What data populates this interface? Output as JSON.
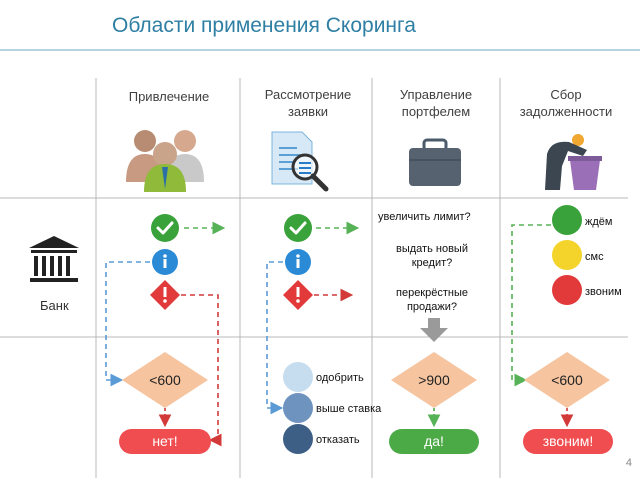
{
  "title": "Области применения Скоринга",
  "page_number": "4",
  "row_label": "Банк",
  "columns": [
    {
      "header": "Привлечение",
      "icon": "people-icon"
    },
    {
      "header": "Рассмотрение заявки",
      "icon": "document-magnifier-icon"
    },
    {
      "header": "Управление портфелем",
      "icon": "briefcase-icon"
    },
    {
      "header": "Сбор задолженности",
      "icon": "debtor-bin-icon"
    }
  ],
  "portfolio_questions": [
    "увеличить лимит?",
    "выдать новый кредит?",
    "перекрёстные продажи?"
  ],
  "collection_lights": [
    "ждём",
    "смс",
    "звоним"
  ],
  "application_options": [
    "одобрить",
    "выше ставка",
    "отказать"
  ],
  "thresholds": {
    "attraction": "<600",
    "portfolio": ">900",
    "collection": "<600"
  },
  "results": {
    "attraction": "нет!",
    "portfolio": "да!",
    "collection": "звоним!"
  },
  "colors": {
    "title": "#2e7fa3",
    "green": "#3aa23a",
    "blue": "#2a8ad6",
    "red": "#e23a3a",
    "yellow": "#f4d32b",
    "diamond": "#f6c49f",
    "result_red": "#ef4d4f",
    "result_green": "#4caa46",
    "dash_green": "#56b256",
    "dash_blue": "#5b9bd5",
    "dash_red": "#d23a3a"
  }
}
